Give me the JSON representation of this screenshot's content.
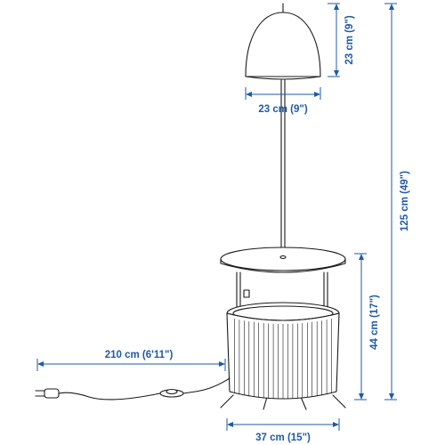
{
  "dimensions": {
    "shade_height": "23 cm (9\")",
    "shade_width": "23 cm (9\")",
    "total_height": "125 cm (49\")",
    "table_height": "44 cm (17\")",
    "cord_length": "210 cm (6'11\")",
    "base_width": "37 cm (15\")"
  },
  "colors": {
    "dimension": "#1e5aa8",
    "drawing": "#1a1a1a"
  },
  "icons": {
    "plug": "plug-icon",
    "foot_switch": "foot-switch-icon"
  }
}
